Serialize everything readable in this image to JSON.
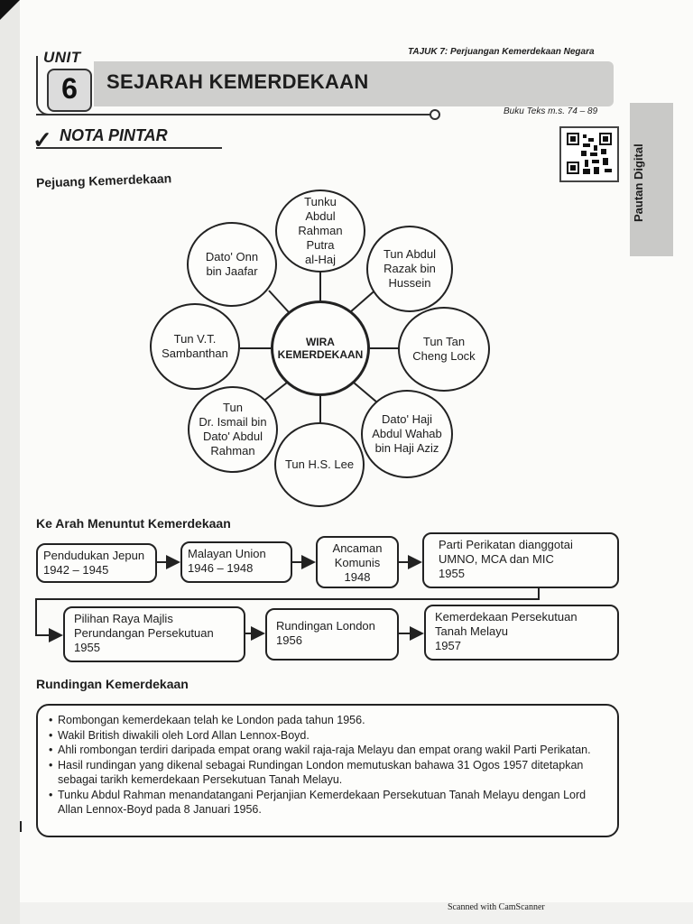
{
  "header": {
    "tajuk": "TAJUK 7: Perjuangan Kemerdekaan Negara",
    "unit_label": "UNIT",
    "unit_number": "6",
    "title": "SEJARAH KEMERDEKAAN",
    "buku_teks": "Buku Teks m.s. 74 – 89",
    "nota": "NOTA PINTAR",
    "side_tab": "Pautan Digital"
  },
  "mindmap": {
    "heading": "Pejuang Kemerdekaan",
    "center": "WIRA\nKEMERDEKAAN",
    "nodes": [
      "Tunku\nAbdul\nRahman\nPutra\nal-Haj",
      "Tun Abdul\nRazak bin\nHussein",
      "Tun Tan\nCheng Lock",
      "Dato' Haji\nAbdul Wahab\nbin Haji Aziz",
      "Tun H.S. Lee",
      "Tun\nDr. Ismail bin\nDato' Abdul\nRahman",
      "Tun V.T.\nSambanthan",
      "Dato' Onn\nbin Jaafar"
    ]
  },
  "flow": {
    "heading": "Ke Arah Menuntut Kemerdekaan",
    "steps": [
      "Pendudukan Jepun\n1942 – 1945",
      "Malayan Union\n1946 – 1948",
      "Ancaman\nKomunis\n1948",
      "Parti Perikatan dianggotai\nUMNO, MCA dan MIC\n1955",
      "Pilihan Raya Majlis\nPerundangan Persekutuan\n1955",
      "Rundingan London\n1956",
      "Kemerdekaan Persekutuan\nTanah Melayu\n1957"
    ]
  },
  "rundingan": {
    "heading": "Rundingan Kemerdekaan",
    "points": [
      "Rombongan kemerdekaan telah ke London pada tahun 1956.",
      "Wakil British diwakili oleh Lord Allan Lennox-Boyd.",
      "Ahli rombongan terdiri daripada empat orang wakil raja-raja Melayu dan empat orang wakil Parti Perikatan.",
      "Hasil rundingan yang dikenal sebagai Rundingan London memutuskan bahawa 31 Ogos 1957 ditetapkan sebagai tarikh kemerdekaan Persekutuan Tanah Melayu.",
      "Tunku Abdul Rahman menandatangani Perjanjian Kemerdekaan Persekutuan Tanah Melayu dengan Lord Allan Lennox-Boyd pada 8 Januari 1956."
    ]
  },
  "footer": {
    "scanned": "Scanned with CamScanner"
  }
}
